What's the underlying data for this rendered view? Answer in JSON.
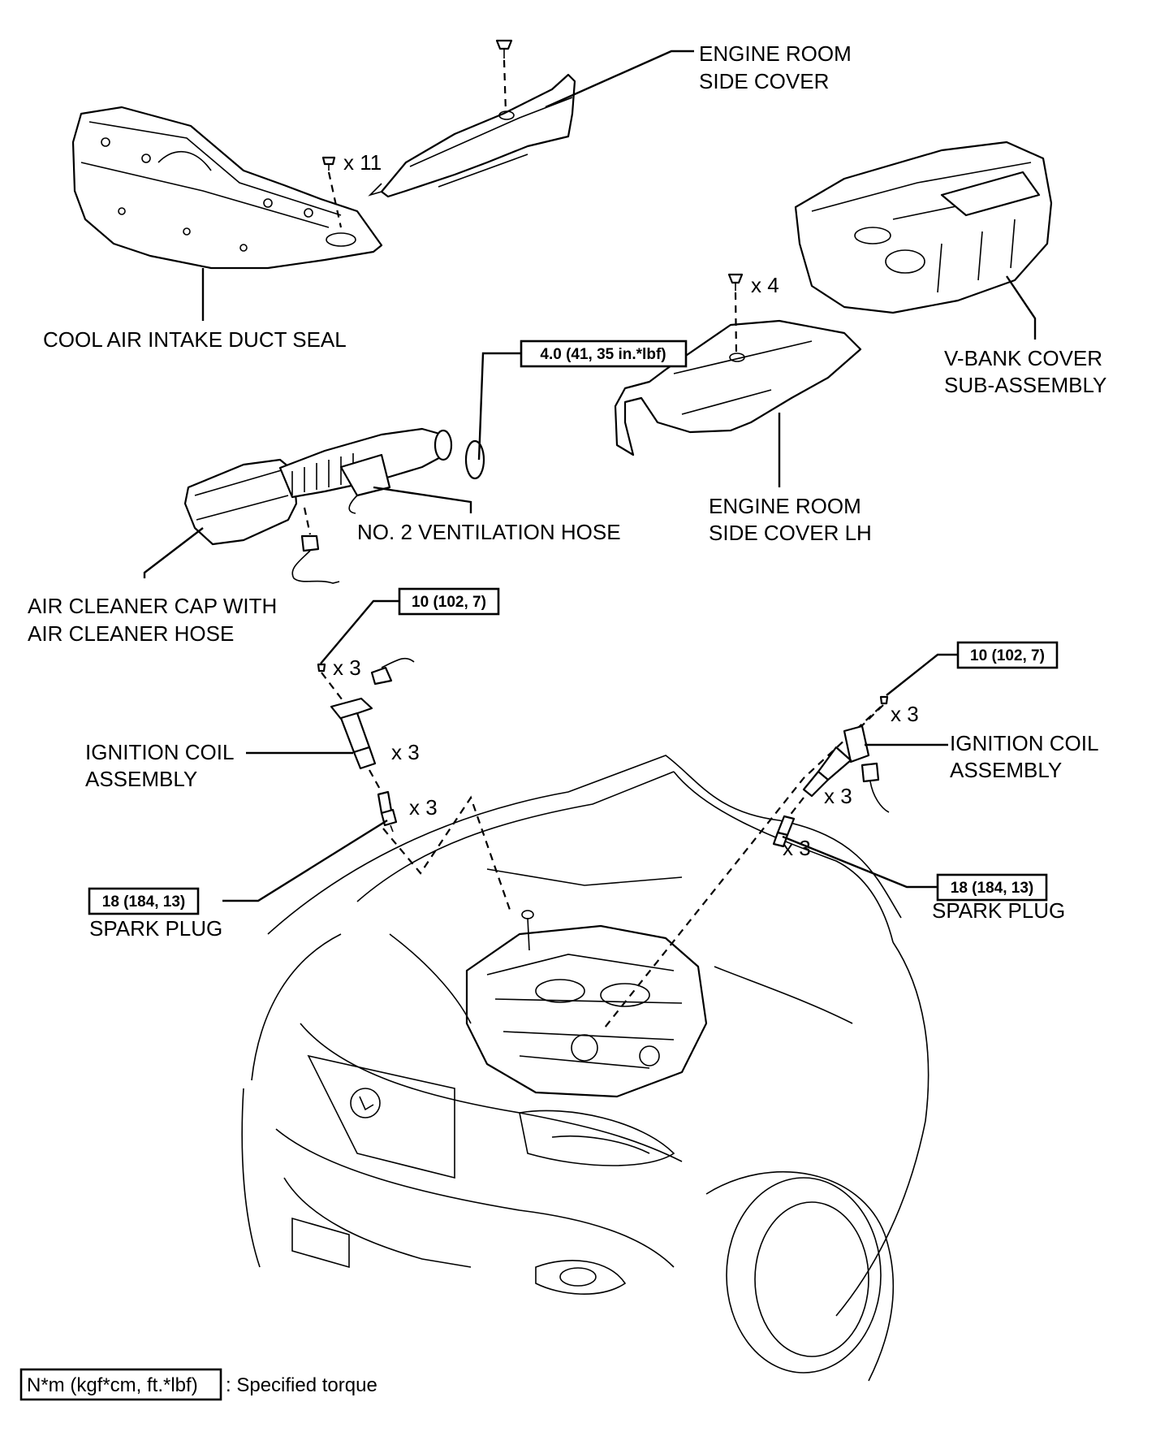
{
  "labels": {
    "engine_room_side_cover": [
      "ENGINE ROOM",
      "SIDE COVER"
    ],
    "cool_air_intake_duct_seal": [
      "COOL AIR INTAKE DUCT SEAL"
    ],
    "v_bank_cover": [
      "V-BANK COVER",
      "SUB-ASSEMBLY"
    ],
    "engine_room_side_cover_lh": [
      "ENGINE ROOM",
      "SIDE COVER LH"
    ],
    "no2_ventilation_hose": [
      "NO. 2 VENTILATION HOSE"
    ],
    "air_cleaner_cap": [
      "AIR CLEANER CAP WITH",
      "AIR CLEANER HOSE"
    ],
    "ignition_coil_left": [
      "IGNITION COIL",
      "ASSEMBLY"
    ],
    "ignition_coil_right": [
      "IGNITION COIL",
      "ASSEMBLY"
    ],
    "spark_plug_left": [
      "SPARK PLUG"
    ],
    "spark_plug_right": [
      "SPARK PLUG"
    ]
  },
  "torques": {
    "air_cleaner_clamp": "4.0 (41, 35 in.*lbf)",
    "ignition_coil_bolt_left": "10 (102, 7)",
    "ignition_coil_bolt_right": "10 (102, 7)",
    "spark_plug_left": "18 (184, 13)",
    "spark_plug_right": "18 (184, 13)"
  },
  "quantities": {
    "duct_seal_clips": "x 11",
    "side_cover_lh_clips": "x 4",
    "coil_bolt_left": "x 3",
    "coil_left": "x 3",
    "plug_left": "x 3",
    "coil_bolt_right": "x 3",
    "coil_right": "x 3",
    "plug_right": "x 3"
  },
  "legend": {
    "unit": "N*m (kgf*cm, ft.*lbf)",
    "meaning": ": Specified torque"
  }
}
